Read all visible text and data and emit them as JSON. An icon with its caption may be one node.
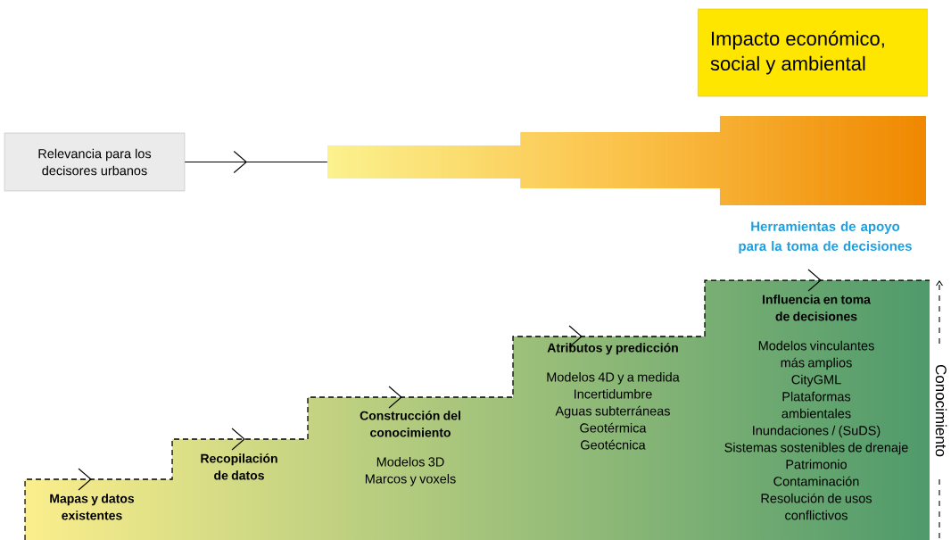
{
  "diagram": {
    "nodes": [
      {
        "text": [
          "Relevancia para los decisores urbanos"
        ]
      },
      {
        "text": [],
        "shape": "bar"
      },
      {
        "text": [
          "Impacto económico, social y ambiental"
        ]
      },
      {
        "text": [
          "Mapas y datos existentes"
        ]
      },
      {
        "text": [
          "Recopilación de datos"
        ]
      },
      {
        "text": [
          "Construcción del conocimiento",
          "Modelos 3D",
          "Marcos y voxels"
        ]
      },
      {
        "text": [
          "Atributos y predicción",
          "Modelos 4D y a medida",
          "Incertidumbre",
          "Aguas subterráneas",
          "Geotérmica",
          "Geotécnica"
        ]
      },
      {
        "text": [
          "Influencia en toma de decisiones",
          "Modelos vinculantes más amplios",
          "CityGML",
          "Plataformas ambientales",
          "Inundaciones / (SuDS)",
          "Sistemas sostenibles de drenaje",
          "Patrimonio",
          "Contaminación",
          "Resolución de usos conflictivos"
        ]
      }
    ],
    "edges": [
      {
        "from": 0,
        "to": 1,
        "arrow": "to"
      }
    ],
    "labels": [
      "Herramientas de apoyo para la toma de decisiones",
      "Conocimiento"
    ]
  }
}
